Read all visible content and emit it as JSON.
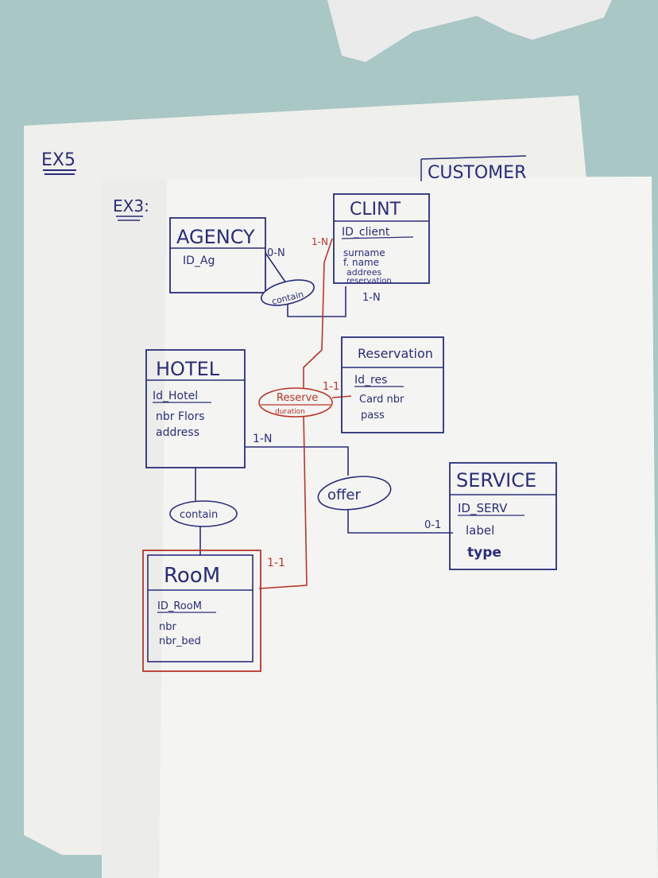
{
  "back_sheet": {
    "title": "EX5",
    "corner_label": "CUSTOMER"
  },
  "front_sheet": {
    "title": "EX3:"
  },
  "entities": {
    "agency": {
      "name": "AGENCY",
      "attributes": [
        "ID_Ag"
      ]
    },
    "client": {
      "name": "CLINT",
      "attributes": [
        "ID_client",
        "surname",
        "f. name",
        "addrees",
        "reservation"
      ]
    },
    "hotel": {
      "name": "HOTEL",
      "attributes": [
        "Id_Hotel",
        "nbr Flors",
        "address"
      ]
    },
    "reservation": {
      "name": "Reservation",
      "attributes": [
        "Id_res",
        "Card nbr",
        "pass"
      ]
    },
    "service": {
      "name": "SERVICE",
      "attributes": [
        "ID_SERV",
        "label",
        "type"
      ]
    },
    "room": {
      "name": "RooM",
      "attributes": [
        "ID_RooM",
        "nbr",
        "nbr_bed"
      ]
    }
  },
  "relationships": {
    "contain_agency_client": {
      "label": "contain"
    },
    "reserve": {
      "label": "Reserve",
      "attribute": "duration"
    },
    "offer": {
      "label": "offer"
    },
    "contain_hotel_room": {
      "label": "contain"
    }
  },
  "cardinalities": {
    "agency_contain": "0-N",
    "client_reserve": "1-N",
    "client_contain": "1-N",
    "reserve_reservation": "1-1",
    "hotel_offer": "1-N",
    "offer_service": "0-1",
    "room_reserve": "1-1"
  },
  "colors": {
    "desk": "#a9c7c4",
    "paper": "#f4f4f2",
    "ink_blue": "#2a2d7a",
    "ink_red": "#b8352a"
  }
}
